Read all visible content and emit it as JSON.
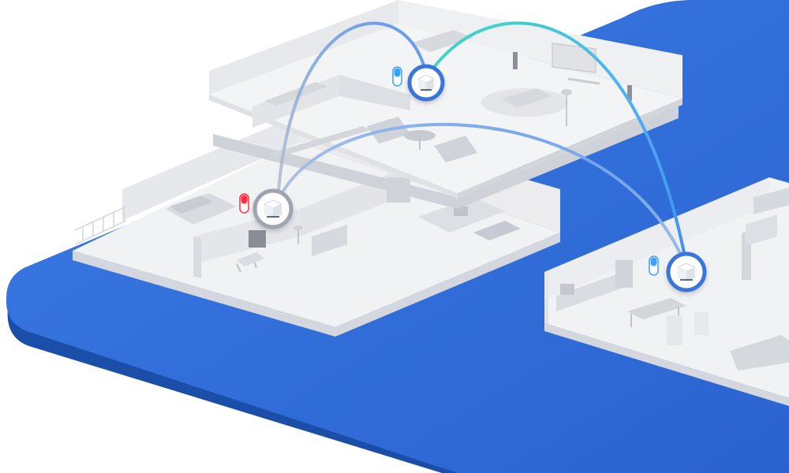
{
  "theme": {
    "background": "#ffffff",
    "platform_blue": "#2f6fdc",
    "platform_blue_dark": "#1b4ea8",
    "floor_light": "#f1f2f4",
    "floor_side": "#d9dbe0",
    "wall": "#e9eaed",
    "furniture": "#cdd0d6",
    "link_blue": "#4f8ff0",
    "link_teal": "#3fd8c0",
    "link_gray": "#b9c1cc",
    "node_ring": "#3a74da",
    "indicator_blue": "#3aa0ff",
    "indicator_red": "#ff2f3d"
  },
  "nodes": [
    {
      "id": "upper-floor-node",
      "status": "online",
      "indicator_color": "#3aa0ff"
    },
    {
      "id": "lower-floor-node",
      "status": "offline",
      "indicator_color": "#ff2f3d"
    },
    {
      "id": "side-building-node",
      "status": "online",
      "indicator_color": "#3aa0ff"
    }
  ],
  "links": [
    {
      "from": "upper-floor-node",
      "to": "lower-floor-node",
      "style": "gray-blue"
    },
    {
      "from": "upper-floor-node",
      "to": "side-building-node",
      "style": "teal-blue"
    },
    {
      "from": "lower-floor-node",
      "to": "side-building-node",
      "style": "gray-blue"
    }
  ]
}
